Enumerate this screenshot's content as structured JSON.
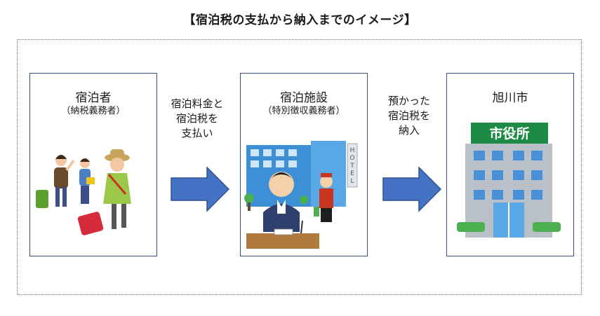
{
  "title": "【宿泊税の支払から納入までのイメージ】",
  "boxes": [
    {
      "name": "宿泊者",
      "sub": "（納税義務者）"
    },
    {
      "name": "宿泊施設",
      "sub": "（特別徴収義務者）"
    },
    {
      "name": "旭川市",
      "sub": ""
    }
  ],
  "flows": [
    {
      "lines": [
        "宿泊料金と",
        "宿泊税を",
        "支払い"
      ]
    },
    {
      "lines": [
        "預かった",
        "宿泊税を",
        "納入"
      ]
    }
  ],
  "hotel_sign": [
    "H",
    "O",
    "T",
    "E",
    "L"
  ],
  "cityhall_sign": "市役所",
  "colors": {
    "arrow": "#4472c4",
    "arrow_border": "#2f528f",
    "box_border": "#3a4f7a",
    "sign_green": "#1d8a46"
  }
}
